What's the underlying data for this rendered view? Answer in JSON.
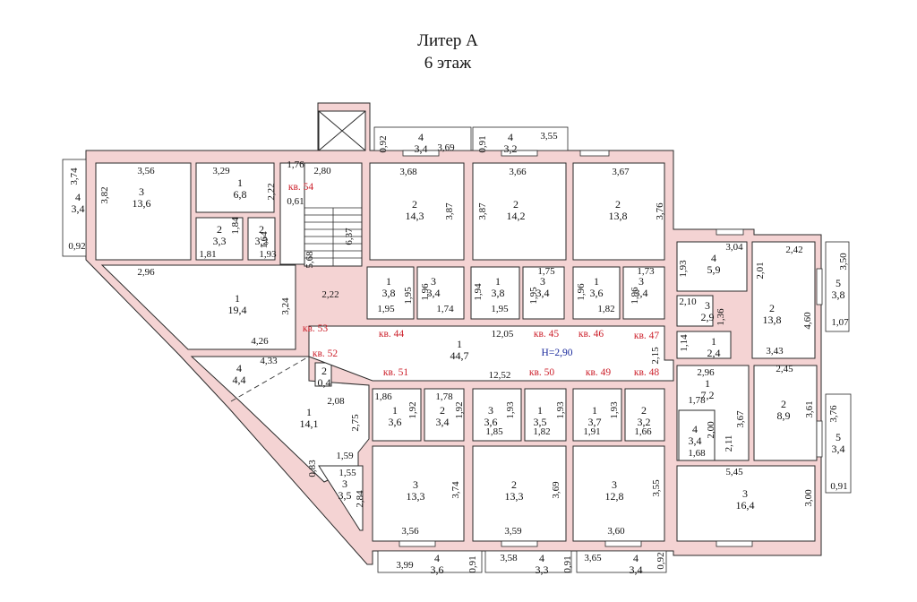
{
  "header": {
    "title": "Литер А",
    "floor": "6 этаж"
  },
  "height_label": "Н=2,90",
  "apartments": [
    "кв. 54",
    "кв. 53",
    "кв. 52",
    "кв. 51",
    "кв. 50",
    "кв. 49",
    "кв. 48",
    "кв. 47",
    "кв. 46",
    "кв. 45",
    "кв. 44"
  ],
  "rooms": [
    {
      "num": "4",
      "area": "3,4"
    },
    {
      "num": "3",
      "area": "13,6"
    },
    {
      "num": "1",
      "area": "6,8"
    },
    {
      "num": "2",
      "area": "3,3"
    },
    {
      "num": "2",
      "area": "3,2"
    },
    {
      "num": "1",
      "area": "19,4"
    },
    {
      "num": "4",
      "area": "4,4"
    },
    {
      "num": "2",
      "area": "0,4"
    },
    {
      "num": "1",
      "area": "14,1"
    },
    {
      "num": "3",
      "area": "3,5"
    },
    {
      "num": "4",
      "area": "3,4"
    },
    {
      "num": "4",
      "area": "3,2"
    },
    {
      "num": "2",
      "area": "14,3"
    },
    {
      "num": "2",
      "area": "14,2"
    },
    {
      "num": "2",
      "area": "13,8"
    },
    {
      "num": "1",
      "area": "3,8"
    },
    {
      "num": "3",
      "area": "3,4"
    },
    {
      "num": "1",
      "area": "3,8"
    },
    {
      "num": "3",
      "area": "3,4"
    },
    {
      "num": "1",
      "area": "3,6"
    },
    {
      "num": "3",
      "area": "3,4"
    },
    {
      "num": "1",
      "area": "44,7"
    },
    {
      "num": "1",
      "area": "3,6"
    },
    {
      "num": "2",
      "area": "3,4"
    },
    {
      "num": "3",
      "area": "3,6"
    },
    {
      "num": "1",
      "area": "3,5"
    },
    {
      "num": "1",
      "area": "3,7"
    },
    {
      "num": "2",
      "area": "3,2"
    },
    {
      "num": "3",
      "area": "13,3"
    },
    {
      "num": "2",
      "area": "13,3"
    },
    {
      "num": "3",
      "area": "12,8"
    },
    {
      "num": "4",
      "area": "3,6"
    },
    {
      "num": "4",
      "area": "3,3"
    },
    {
      "num": "4",
      "area": "3,4"
    },
    {
      "num": "4",
      "area": "5,9"
    },
    {
      "num": "2",
      "area": "13,8"
    },
    {
      "num": "5",
      "area": "3,8"
    },
    {
      "num": "3",
      "area": "2,9"
    },
    {
      "num": "1",
      "area": "2,4"
    },
    {
      "num": "1",
      "area": "7,2"
    },
    {
      "num": "2",
      "area": "8,9"
    },
    {
      "num": "4",
      "area": "3,4"
    },
    {
      "num": "5",
      "area": "3,4"
    },
    {
      "num": "3",
      "area": "16,4"
    }
  ],
  "dims": [
    "3,74",
    "3,82",
    "0,92",
    "3,56",
    "3,29",
    "1,76",
    "2,80",
    "2,22",
    "0,61",
    "1,84",
    "1,81",
    "1,64",
    "1,93",
    "5,68",
    "6,37",
    "2,96",
    "3,24",
    "2,22",
    "4,26",
    "4,33",
    "2,08",
    "2,75",
    "0,83",
    "1,59",
    "1,55",
    "2,84",
    "0,92",
    "3,69",
    "0,91",
    "3,55",
    "3,68",
    "3,87",
    "3,87",
    "3,66",
    "3,67",
    "3,76",
    "1,95",
    "1,96",
    "1,95",
    "1,74",
    "1,75",
    "1,94",
    "1,95",
    "1,95",
    "1,96",
    "1,82",
    "1,73",
    "1,96",
    "12,05",
    "12,52",
    "1,86",
    "1,92",
    "1,78",
    "1,92",
    "1,93",
    "1,85",
    "1,93",
    "1,82",
    "1,93",
    "1,91",
    "1,66",
    "3,74",
    "3,69",
    "3,55",
    "3,56",
    "3,59",
    "3,60",
    "3,99",
    "0,91",
    "3,58",
    "0,91",
    "3,65",
    "0,92",
    "3,04",
    "1,93",
    "2,42",
    "2,01",
    "3,50",
    "2,10",
    "1,36",
    "4,60",
    "1,07",
    "1,14",
    "2,15",
    "3,43",
    "2,96",
    "2,45",
    "1,78",
    "3,67",
    "3,61",
    "3,76",
    "2,00",
    "2,11",
    "1,68",
    "5,45",
    "0,91",
    "3,00"
  ]
}
